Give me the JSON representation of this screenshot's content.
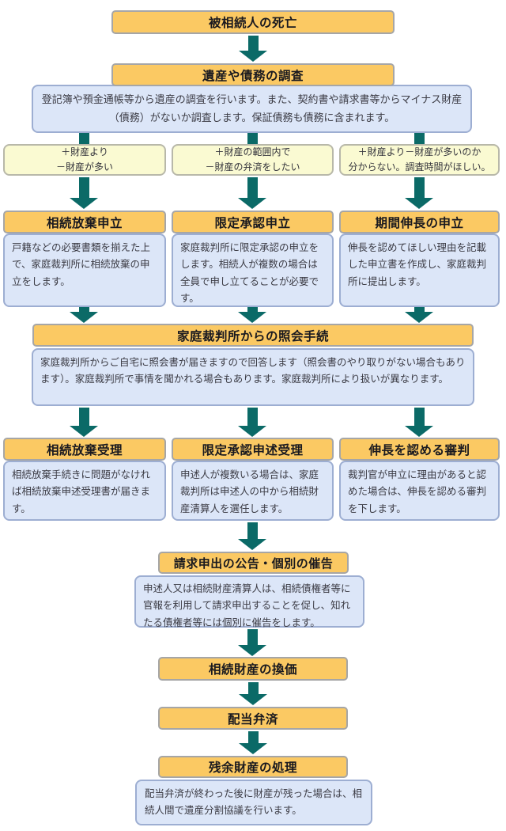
{
  "colors": {
    "arrow": "#0b6a67",
    "header_bg": "#fbc963",
    "header_border": "#a6a6a6",
    "condition_bg": "#fafad2",
    "condition_border": "#b8b8a9",
    "info_bg": "#dce6f8",
    "info_border": "#9daed2",
    "header_text": "#19191f",
    "body_text": "#3b3b44"
  },
  "steps": {
    "death": {
      "title": "被相続人の死亡"
    },
    "investigation": {
      "title": "遺産や債務の調査",
      "description": "登記簿や預金通帳等から遺産の調査を行います。また、契約書や請求書等からマイナス財産（債務）がないか調査します。保証債務も債務に含まれます。"
    },
    "inquiry": {
      "title": "家庭裁判所からの照会手続",
      "description": "家庭裁判所からご自宅に照会書が届きますので回答します（照会書のやり取りがない場合もあります）。家庭裁判所で事情を聞かれる場合もあります。家庭裁判所により扱いが異なります。"
    },
    "announcement": {
      "title": "請求申出の公告・個別の催告",
      "description": "申述人又は相続財産清算人は、相続債権者等に官報を利用して請求申出することを促し、知れたる債権者等には個別に催告をします。"
    },
    "conversion": {
      "title": "相続財産の換価"
    },
    "dividend": {
      "title": "配当弁済"
    },
    "residual": {
      "title": "残余財産の処理",
      "description": "配当弁済が終わった後に財産が残った場合は、相続人間で遺産分割協議を行います。"
    }
  },
  "branches": [
    {
      "condition_lines": [
        "＋財産より",
        "－財産が多い"
      ],
      "petition": {
        "title": "相続放棄申立",
        "description": "戸籍などの必要書類を揃えた上で、家庭裁判所に相続放棄の申立をします。"
      },
      "result": {
        "title": "相続放棄受理",
        "description": "相続放棄手続きに問題がなければ相続放棄申述受理書が届きます。"
      }
    },
    {
      "condition_lines": [
        "＋財産の範囲内で",
        "－財産の弁済をしたい"
      ],
      "petition": {
        "title": "限定承認申立",
        "description": "家庭裁判所に限定承認の申立をします。相続人が複数の場合は全員で申し立てることが必要です。"
      },
      "result": {
        "title": "限定承認申述受理",
        "description": "申述人が複数いる場合は、家庭裁判所は申述人の中から相続財産清算人を選任します。"
      }
    },
    {
      "condition_lines": [
        "＋財産より－財産が多いのか",
        "分からない。調査時間がほしい。"
      ],
      "petition": {
        "title": "期間伸長の申立",
        "description": "伸長を認めてほしい理由を記載した申立書を作成し、家庭裁判所に提出します。"
      },
      "result": {
        "title": "伸長を認める審判",
        "description": "裁判官が申立に理由があると認めた場合は、伸長を認める審判を下します。"
      }
    }
  ]
}
